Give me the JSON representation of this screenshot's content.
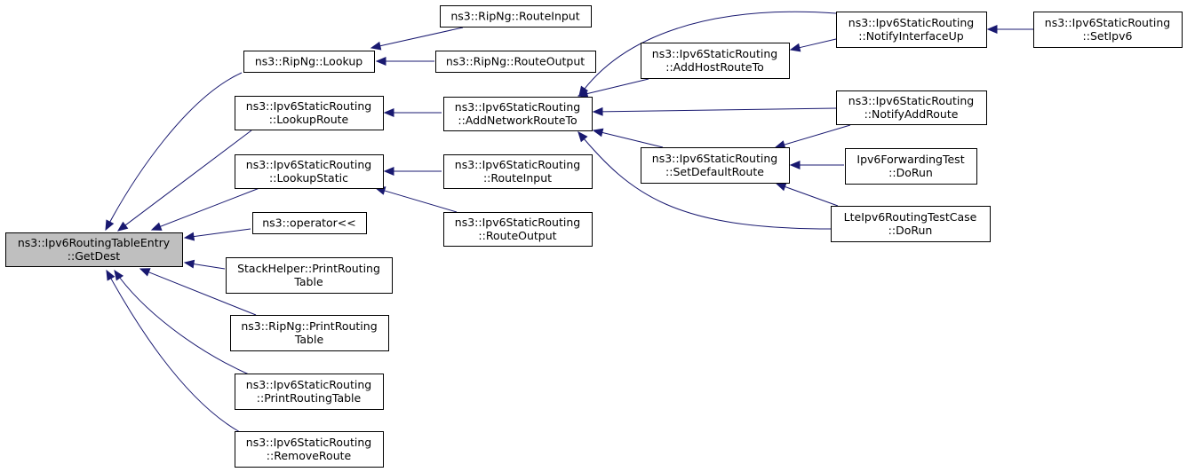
{
  "diagram": {
    "colors": {
      "edge": "#191970",
      "focus_fill": "#bfbfbf",
      "node_border": "#000000"
    },
    "nodes": [
      {
        "id": "getdest",
        "lines": [
          "ns3::Ipv6RoutingTableEntry",
          "::GetDest"
        ],
        "focus": true
      },
      {
        "id": "ripng_lookup",
        "lines": [
          "ns3::RipNg::Lookup"
        ]
      },
      {
        "id": "static_lookuproute",
        "lines": [
          "ns3::Ipv6StaticRouting",
          "::LookupRoute"
        ]
      },
      {
        "id": "static_lookupstatic",
        "lines": [
          "ns3::Ipv6StaticRouting",
          "::LookupStatic"
        ]
      },
      {
        "id": "operator_lshift",
        "lines": [
          "ns3::operator<<"
        ]
      },
      {
        "id": "stackhelper_print",
        "lines": [
          "StackHelper::PrintRouting",
          "Table"
        ]
      },
      {
        "id": "ripng_print",
        "lines": [
          "ns3::RipNg::PrintRouting",
          "Table"
        ]
      },
      {
        "id": "static_print",
        "lines": [
          "ns3::Ipv6StaticRouting",
          "::PrintRoutingTable"
        ]
      },
      {
        "id": "static_remove",
        "lines": [
          "ns3::Ipv6StaticRouting",
          "::RemoveRoute"
        ]
      },
      {
        "id": "ripng_routeinput",
        "lines": [
          "ns3::RipNg::RouteInput"
        ]
      },
      {
        "id": "ripng_routeoutput",
        "lines": [
          "ns3::RipNg::RouteOutput"
        ]
      },
      {
        "id": "static_addnetwork",
        "lines": [
          "ns3::Ipv6StaticRouting",
          "::AddNetworkRouteTo"
        ]
      },
      {
        "id": "static_routeinput",
        "lines": [
          "ns3::Ipv6StaticRouting",
          "::RouteInput"
        ]
      },
      {
        "id": "static_routeoutput",
        "lines": [
          "ns3::Ipv6StaticRouting",
          "::RouteOutput"
        ]
      },
      {
        "id": "static_addhost",
        "lines": [
          "ns3::Ipv6StaticRouting",
          "::AddHostRouteTo"
        ]
      },
      {
        "id": "static_setdefault",
        "lines": [
          "ns3::Ipv6StaticRouting",
          "::SetDefaultRoute"
        ]
      },
      {
        "id": "static_ifaceup",
        "lines": [
          "ns3::Ipv6StaticRouting",
          "::NotifyInterfaceUp"
        ]
      },
      {
        "id": "static_notifyadd",
        "lines": [
          "ns3::Ipv6StaticRouting",
          "::NotifyAddRoute"
        ]
      },
      {
        "id": "fwd_test",
        "lines": [
          "Ipv6ForwardingTest",
          "::DoRun"
        ]
      },
      {
        "id": "lte_test",
        "lines": [
          "LteIpv6RoutingTestCase",
          "::DoRun"
        ]
      },
      {
        "id": "static_setipv6",
        "lines": [
          "ns3::Ipv6StaticRouting",
          "::SetIpv6"
        ]
      }
    ],
    "edges": [
      {
        "from": "ripng_lookup",
        "to": "getdest"
      },
      {
        "from": "static_lookuproute",
        "to": "getdest"
      },
      {
        "from": "static_lookupstatic",
        "to": "getdest"
      },
      {
        "from": "operator_lshift",
        "to": "getdest"
      },
      {
        "from": "stackhelper_print",
        "to": "getdest"
      },
      {
        "from": "ripng_print",
        "to": "getdest"
      },
      {
        "from": "static_print",
        "to": "getdest"
      },
      {
        "from": "static_remove",
        "to": "getdest"
      },
      {
        "from": "ripng_routeinput",
        "to": "ripng_lookup"
      },
      {
        "from": "ripng_routeoutput",
        "to": "ripng_lookup"
      },
      {
        "from": "static_addnetwork",
        "to": "static_lookuproute"
      },
      {
        "from": "static_routeinput",
        "to": "static_lookupstatic"
      },
      {
        "from": "static_routeoutput",
        "to": "static_lookupstatic"
      },
      {
        "from": "static_addhost",
        "to": "static_addnetwork"
      },
      {
        "from": "static_ifaceup",
        "to": "static_addnetwork"
      },
      {
        "from": "static_notifyadd",
        "to": "static_addnetwork"
      },
      {
        "from": "static_setdefault",
        "to": "static_addnetwork"
      },
      {
        "from": "lte_test",
        "to": "static_addnetwork"
      },
      {
        "from": "static_ifaceup",
        "to": "static_addhost"
      },
      {
        "from": "static_setipv6",
        "to": "static_ifaceup"
      },
      {
        "from": "static_notifyadd",
        "to": "static_setdefault"
      },
      {
        "from": "fwd_test",
        "to": "static_setdefault"
      },
      {
        "from": "lte_test",
        "to": "static_setdefault"
      }
    ]
  }
}
